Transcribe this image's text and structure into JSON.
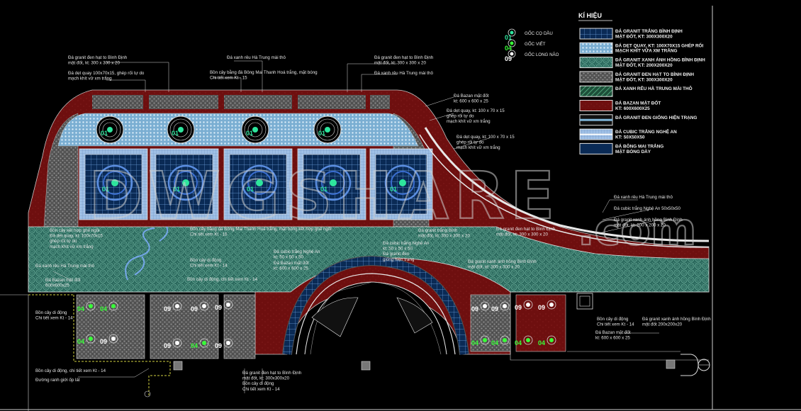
{
  "legend": {
    "title": "KÍ HIỆU",
    "items": [
      {
        "line1": "ĐÁ GRANIT TRẮNG BÌNH ĐỊNH",
        "line2": "MẶT ĐỐT, KT: 300X300X20"
      },
      {
        "line1": "ĐÁ DẸT QUAY, KT: 100X70X15 GHÉP RỐI",
        "line2": "MẠCH KHÍT VỮA XM TRẮNG"
      },
      {
        "line1": "ĐÁ GRANIT XANH ÁNH HỒNG BÌNH ĐỊNH",
        "line2": "MẶT ĐỐT, KT: 200X200X20"
      },
      {
        "line1": "ĐÁ GRANIT ĐEN HẠT TO BÌNH ĐỊNH",
        "line2": "MẶT ĐỐT, KT: 300X300X20"
      },
      {
        "line1": "ĐÁ XANH RÊU HÀ TRUNG MÀI THÔ",
        "line2": ""
      },
      {
        "line1": "ĐÁ BAZAN MẶT ĐỐT",
        "line2": "KT: 600X600X25"
      },
      {
        "line1": "ĐÁ GRANIT ĐEN GIỐNG HIỆN TRẠNG",
        "line2": ""
      },
      {
        "line1": "ĐÁ CUBIC TRẮNG NGHỆ AN",
        "line2": "KT: 50X50X50"
      },
      {
        "line1": "ĐÁ BÔNG MAI TRẮNG",
        "line2": "MẶT BÓNG DÀY"
      }
    ]
  },
  "tree_legend": [
    {
      "num": "01",
      "label": "GỐC CỌ DẦU",
      "color": "#2ee59d"
    },
    {
      "num": "04",
      "label": "GỐC VIẾT",
      "color": "#38ff38"
    },
    {
      "num": "09",
      "label": "GỐC LONG NÃO",
      "color": "#ffffff"
    }
  ],
  "watermark": {
    "text1": "DWGSHARE",
    "text2": ".com"
  },
  "annotations": {
    "a1": {
      "l1": "Đá granit đen hạt to Bình Định",
      "l2": "mặt đốt, kt: 300 x 300 x 20"
    },
    "a2": {
      "l1": "Đá dẹt quay 100x70x15, ghép rối tự do",
      "l2": "mạch khít vữ xm trắng"
    },
    "a3": {
      "l1": "Đá xanh rêu Hà Trung mài thô"
    },
    "a4": {
      "l1": "Bồn cây bằng đá Bông Mai Thanh Hoá trắng, mặt bóng",
      "l2": "Chi tiết xem Kt - 15"
    },
    "a5": {
      "l1": "Đá granit đen hạt to Bình Định",
      "l2": "mặt đốt, kt: 300 x 300 x 20"
    },
    "a6": {
      "l1": "Đá xanh rêu Hà Trung mài thô"
    },
    "a7": {
      "l1": "Đá Bazan mặt đốt",
      "l2": "kt: 600 x 600 x 25"
    },
    "a8": {
      "l1": "Đá dẹt quay, kt: 100 x 70 x 15",
      "l2": "ghép rối tự do",
      "l3": "mạch khít vữ xm trắng"
    },
    "a9": {
      "l1": "Đá dẹt quay, kt: 100 x 70 x 15",
      "l2": "ghép rối tự do",
      "l3": "mạch khít vữ xm trắng"
    },
    "a10": {
      "l1": "Đá xanh rêu Hà Trung mài thô"
    },
    "a11": {
      "l1": "Đá cubic trắng Nghệ An 50x50x50"
    },
    "a12": {
      "l1": "Đá granit xanh ánh hồng Bình Định",
      "l2": "mặt đốt, kt: 200 x 200 x 20"
    },
    "a13": {
      "l1": "Bồn cây kết hợp ghế ngồi",
      "l2": "Đá dẹt quay, kt: 100x70x15",
      "l3": "ghép rối tự do",
      "l4": "mạch khít vữ xm trắng"
    },
    "a14": {
      "l1": "Bồn cây bằng đá Bông Mai Thanh Hoá trắng, mặt bóng kết hợp ghế ngồi",
      "l2": "Chi tiết xem Kt - 16"
    },
    "a15": {
      "l1": "Đá granit trắng Bình",
      "l2": "mặt đốt, kt: 300 x 300 x 20"
    },
    "a16": {
      "l1": "Đá cubic trắng Nghệ An",
      "l2": "kt: 50 x 50 x 50"
    },
    "a17": {
      "l1": "Đá cubic trắng Nghệ An",
      "l2": "kt: 50 x 50 x 50",
      "l3": "Đá granit đen",
      "l4": "giống hiện trạng"
    },
    "a18": {
      "l1": "Bồn cây di động",
      "l2": "Chi tiết xem Kt - 14"
    },
    "a19": {
      "l1": "Đá Bazan mặt đốt",
      "l2": "kt: 600 x 600 x 25"
    },
    "a20": {
      "l1": "Đá granit xanh ánh hồng Bình Định",
      "l2": "mặt đốt, kt: 300 x 300 x 20"
    },
    "a21": {
      "l1": "Đá granit đen hạt to Bình Định",
      "l2": "mặt đốt, kt: 300 x 300 x 20"
    },
    "a22": {
      "l1": "Đá xanh rêu Hà Trung mài thô"
    },
    "a23": {
      "l1": "Đá Bazan mặt đốt",
      "l2": "600x600x25"
    },
    "a24": {
      "l1": "Bồn cây di động, chi tiết xem Kt - 14"
    },
    "a25": {
      "l1": "Bồn cây di động",
      "l2": "Chi tiết xem Kt - 14"
    },
    "a26": {
      "l1": "Bồn cây di động",
      "l2": "Chi tiết xem Kt - 14"
    },
    "a27": {
      "l1": "Đá Bazan mặt đốt",
      "l2": "kt: 600 x 600 x 25"
    },
    "a28": {
      "l1": "Đá granit xanh ánh hồng Bình Định",
      "l2": "mặt đốt 200x200x20"
    },
    "a29": {
      "l1": "Bồn cây di động, chi tiết xem Kt - 14"
    },
    "a30": {
      "l1": "Đường ranh giới ốp lát"
    },
    "a31": {
      "l1": "Đá granit đen hạt to Bình Định",
      "l2": "mặt đốt, kt: 300x300x20",
      "l3": "Bồn cây di động",
      "l4": "Chi tiết xem Kt - 14"
    }
  },
  "colors": {
    "red": "#7a1010",
    "teal": "#2f6f63",
    "blue": "#7fb6d9",
    "grey": "#5d5d5d",
    "paleblue": "#a9c8e8",
    "treeTeal": "#2ee59d",
    "treeGreen": "#38ff38"
  }
}
